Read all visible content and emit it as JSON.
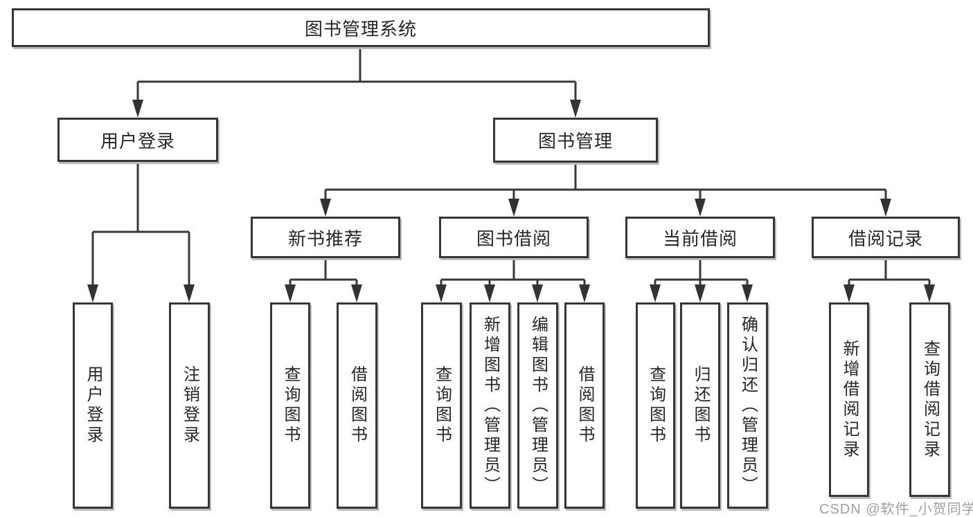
{
  "tree": {
    "root": {
      "label": "图书管理系统",
      "children": [
        {
          "label": "用户登录",
          "children": [
            {
              "label": "用户登录"
            },
            {
              "label": "注销登录"
            }
          ]
        },
        {
          "label": "图书管理",
          "children": [
            {
              "label": "新书推荐",
              "children": [
                {
                  "label": "查询图书"
                },
                {
                  "label": "借阅图书"
                }
              ]
            },
            {
              "label": "图书借阅",
              "children": [
                {
                  "label": "查询图书"
                },
                {
                  "label": "新增图书（管理员）"
                },
                {
                  "label": "编辑图书（管理员）"
                },
                {
                  "label": "借阅图书"
                }
              ]
            },
            {
              "label": "当前借阅",
              "children": [
                {
                  "label": "查询图书"
                },
                {
                  "label": "归还图书"
                },
                {
                  "label": "确认归还（管理员）"
                }
              ]
            },
            {
              "label": "借阅记录",
              "children": [
                {
                  "label": "新增借阅记录"
                },
                {
                  "label": "查询借阅记录"
                }
              ]
            }
          ]
        }
      ]
    }
  },
  "watermark": {
    "text": "CSDN @软件_小贺同学"
  },
  "colors": {
    "line": "#383838",
    "box_border": "#363636",
    "text": "#262626",
    "watermark": "#969696",
    "background": "#ffffff"
  }
}
